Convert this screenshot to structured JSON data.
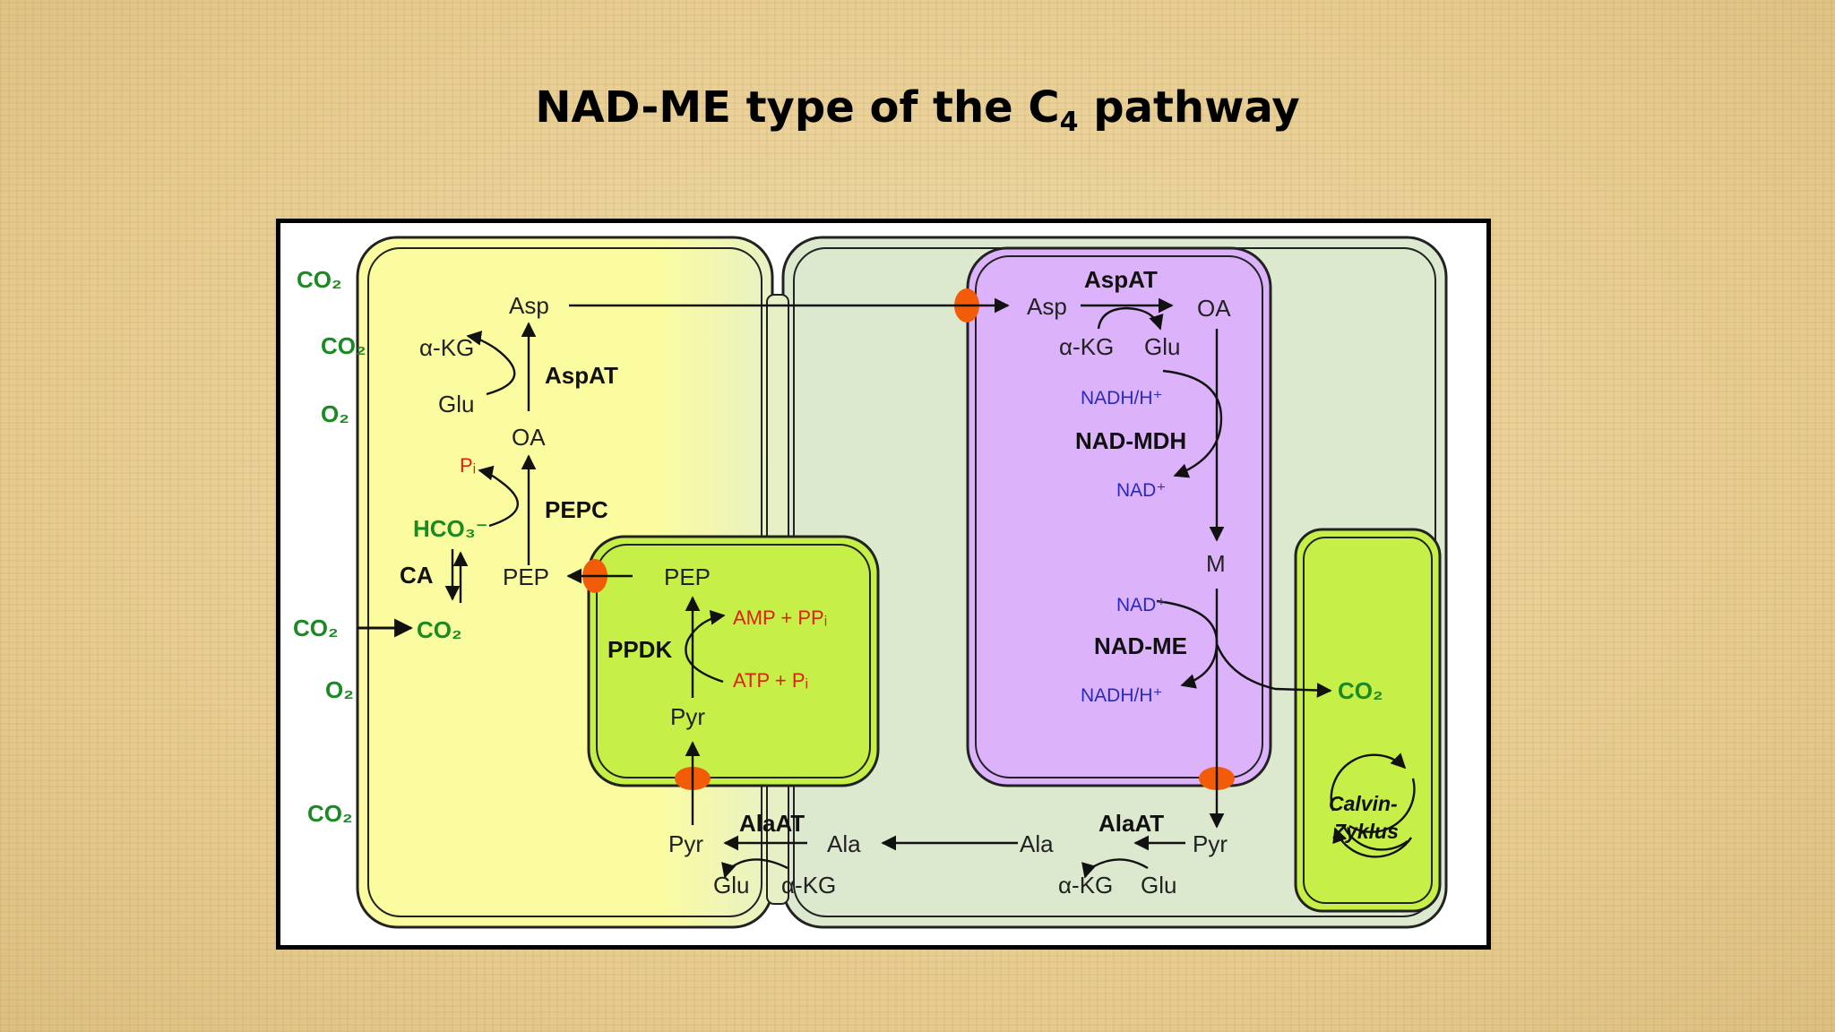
{
  "title": {
    "main": "NAD-ME type of the C",
    "sub": "4",
    "tail": " pathway"
  },
  "colors": {
    "mesophyll_fill": "#fbfca0",
    "bundle_sheath_fill": "#dde9cf",
    "mitochondrion_fill": "#dcb2fb",
    "chloroplast_fill": "#c6ef48",
    "transporter": "#f25c09",
    "gas_text": "#1a8a22",
    "energy_text": "#e0200c",
    "cofactor_text": "#2a2ab8"
  },
  "outside": {
    "co2_1": "CO₂",
    "co2_2": "CO₂",
    "o2_1": "O₂",
    "co2_in": "CO₂",
    "o2_2": "O₂",
    "co2_3": "CO₂"
  },
  "mesophyll": {
    "asp": "Asp",
    "akg": "α-KG",
    "glu": "Glu",
    "aspat": "AspAT",
    "oa": "OA",
    "pi": "Pᵢ",
    "pepc": "PEPC",
    "hco3": "HCO₃⁻",
    "ca": "CA",
    "pep": "PEP",
    "co2": "CO₂",
    "pyr": "Pyr",
    "alaat": "AlaAT",
    "ala": "Ala",
    "glu2": "Glu",
    "akg2": "α-KG"
  },
  "chloroplast_m": {
    "pep": "PEP",
    "ppdk": "PPDK",
    "amp": "AMP + PPᵢ",
    "atp": "ATP + Pᵢ",
    "pyr": "Pyr"
  },
  "mitochondrion": {
    "asp": "Asp",
    "aspat": "AspAT",
    "oa": "OA",
    "akg": "α-KG",
    "glu": "Glu",
    "nadh1": "NADH/H⁺",
    "nadmdh": "NAD-MDH",
    "nad1": "NAD⁺",
    "m": "M",
    "nad2": "NAD⁺",
    "nadme": "NAD-ME",
    "nadh2": "NADH/H⁺"
  },
  "bundle_sheath": {
    "co2": "CO₂",
    "alaat": "AlaAT",
    "ala": "Ala",
    "pyr": "Pyr",
    "akg": "α-KG",
    "glu": "Glu",
    "calvin_1": "Calvin-",
    "calvin_2": "Zyklus"
  }
}
